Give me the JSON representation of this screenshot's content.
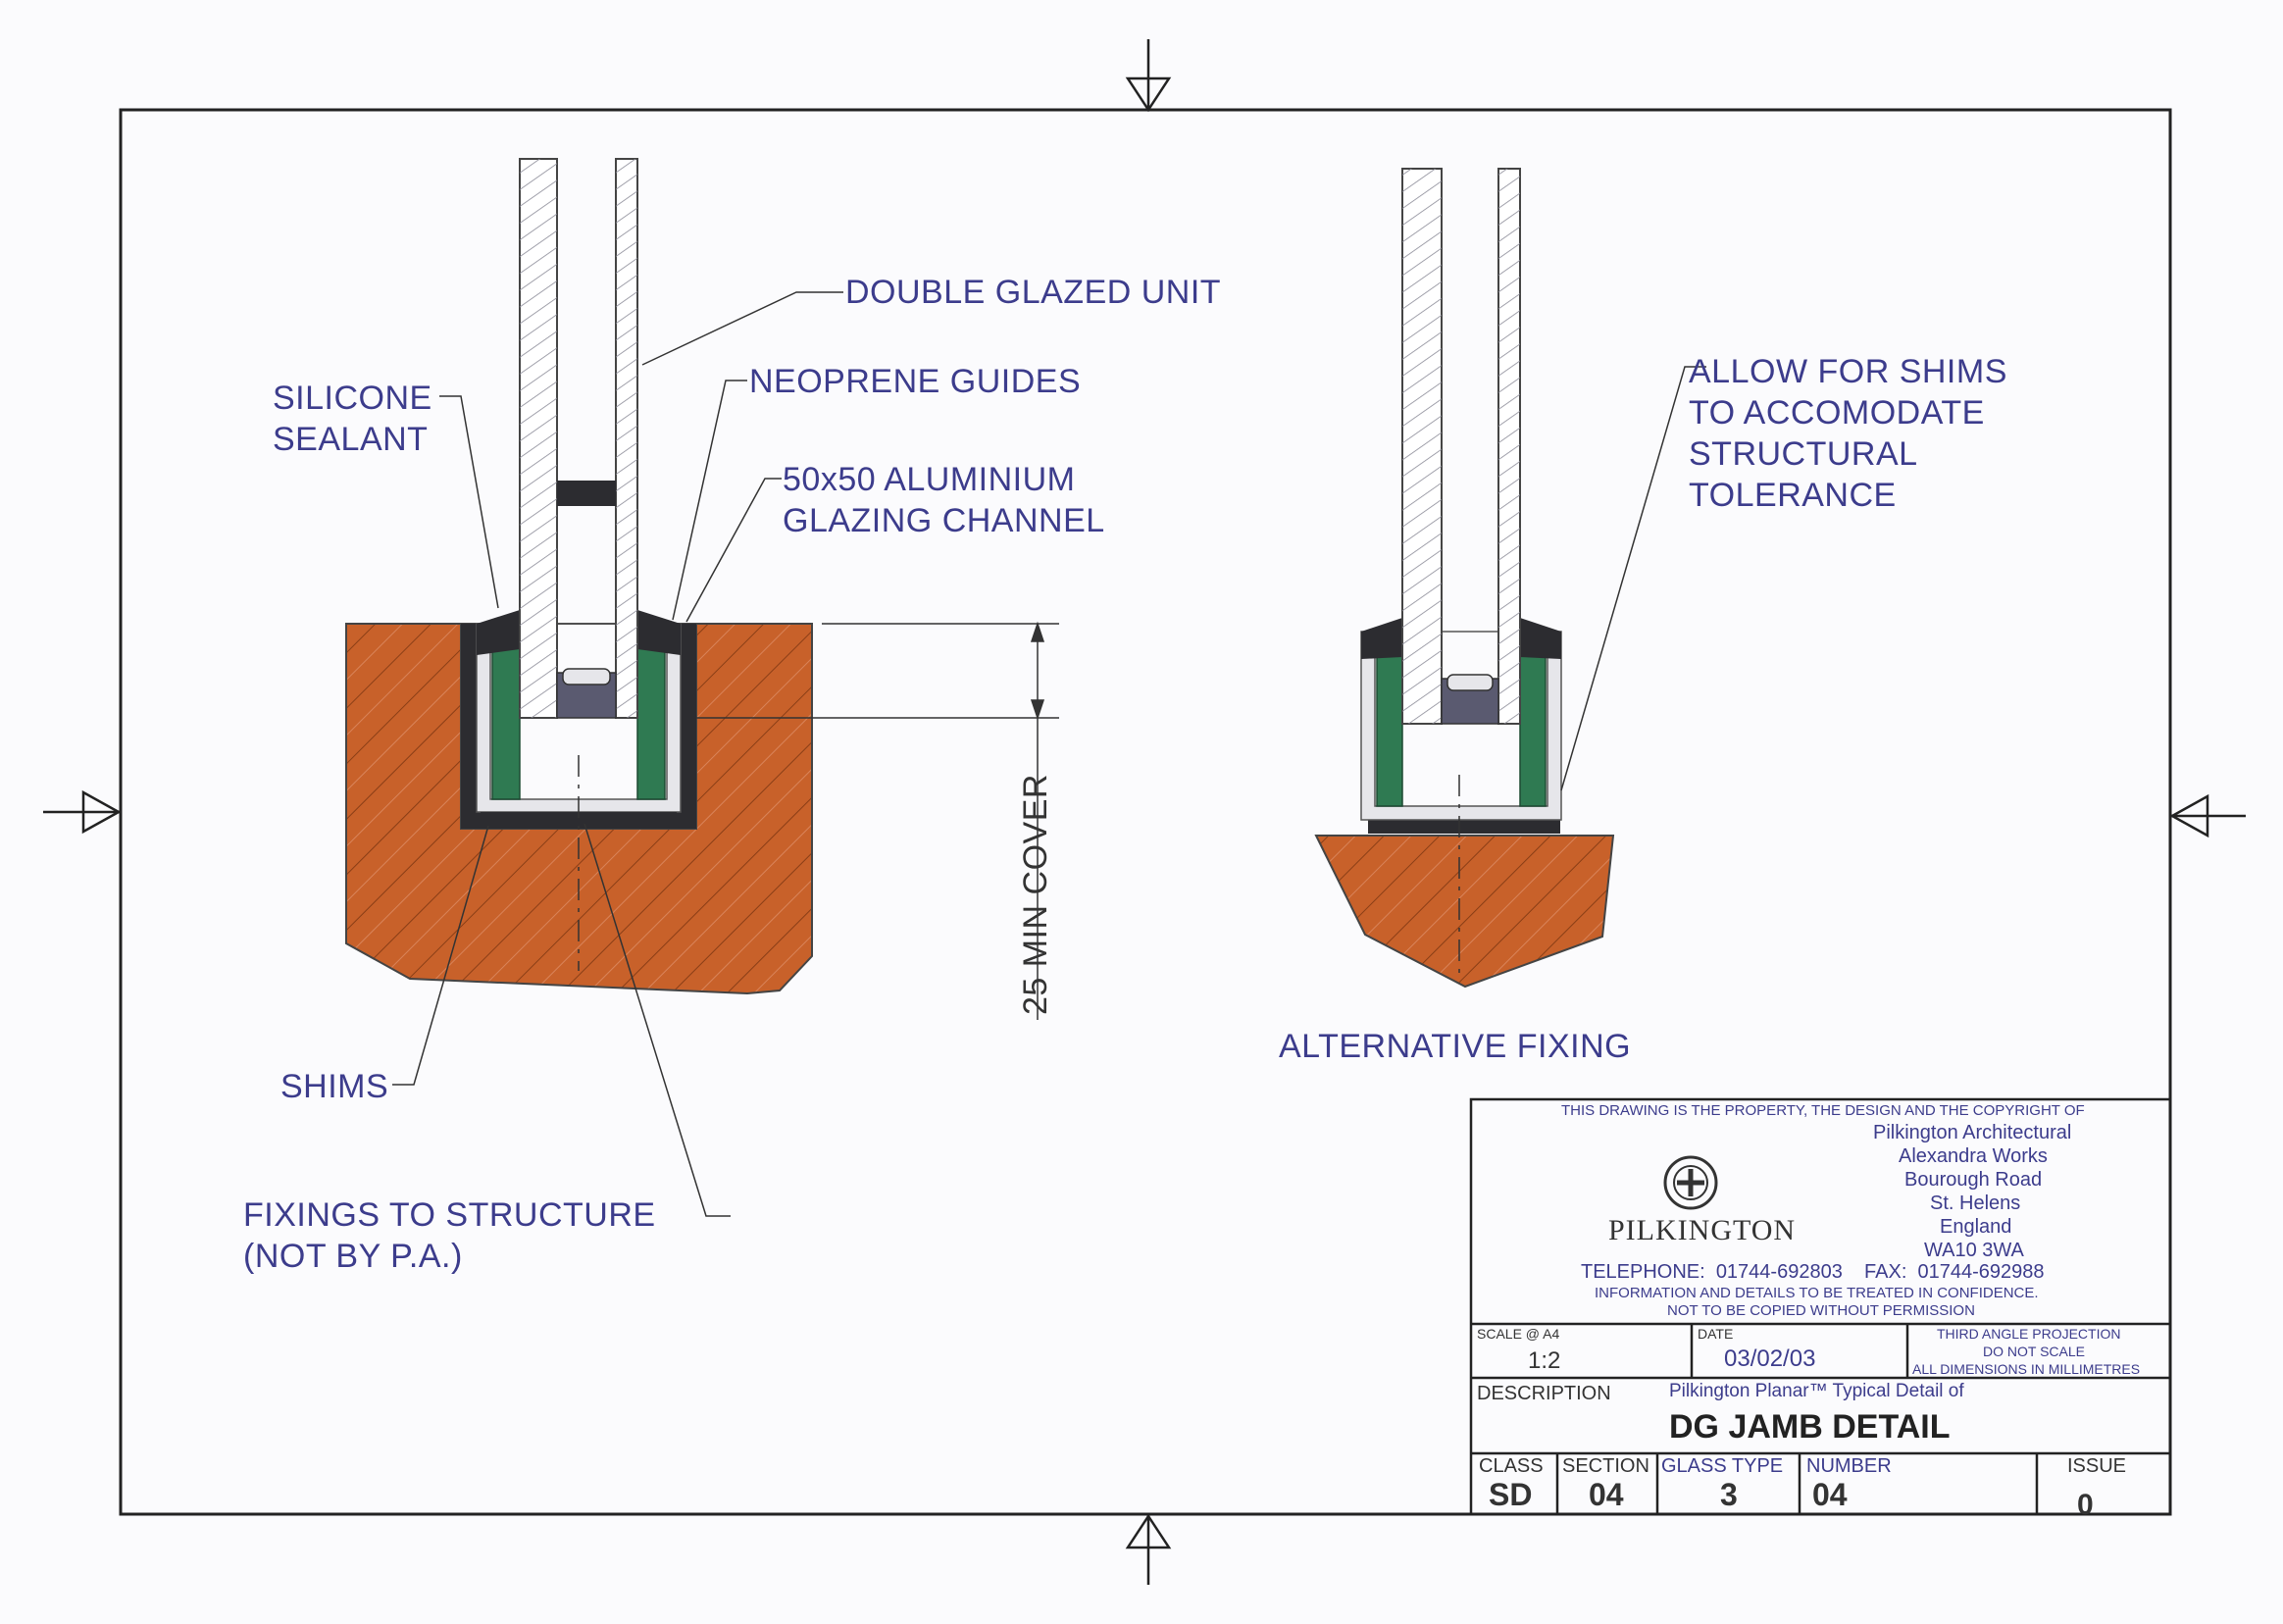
{
  "labels": {
    "double_glazed_unit": "DOUBLE GLAZED UNIT",
    "silicone_sealant": "SILICONE\nSEALANT",
    "neoprene_guides": "NEOPRENE GUIDES",
    "aluminium_channel": "50x50 ALUMINIUM\nGLAZING CHANNEL",
    "shims": "SHIMS",
    "fixings": "FIXINGS TO STRUCTURE\n(NOT BY P.A.)",
    "min_cover": "25 MIN COVER",
    "allow_shims": "ALLOW FOR SHIMS\nTO ACCOMODATE\nSTRUCTURAL\nTOLERANCE",
    "alternative_fixing": "ALTERNATIVE FIXING"
  },
  "title_block": {
    "copyright": "THIS DRAWING IS THE PROPERTY, THE DESIGN AND THE COPYRIGHT OF",
    "company": "Pilkington Architectural",
    "address": [
      "Alexandra Works",
      "Bourough Road",
      "St. Helens",
      "England",
      "WA10 3WA"
    ],
    "logo_text": "PILKINGTON",
    "telephone": "TELEPHONE:  01744-692803    FAX:  01744-692988",
    "confidential_1": "INFORMATION AND DETAILS TO BE TREATED IN CONFIDENCE.",
    "confidential_2": "NOT TO BE COPIED WITHOUT PERMISSION",
    "scale_label": "SCALE @ A4",
    "scale_value": "1:2",
    "date_label": "DATE",
    "date_value": "03/02/03",
    "projection": [
      "THIRD ANGLE PROJECTION",
      "DO NOT SCALE",
      "ALL DIMENSIONS IN MILLIMETRES"
    ],
    "description_label": "DESCRIPTION",
    "description_sub": "Pilkington Planar™ Typical Detail of",
    "description_title": "DG JAMB DETAIL",
    "class_label": "CLASS",
    "class_value": "SD",
    "section_label": "SECTION",
    "section_value": "04",
    "glass_type_label": "GLASS TYPE",
    "glass_type_value": "3",
    "number_label": "NUMBER",
    "number_value": "04",
    "issue_label": "ISSUE",
    "issue_value": "0"
  },
  "colors": {
    "ink": "#3c3c8c",
    "timber": "#c8612a",
    "neoprene": "#2f7a52",
    "aluminium": "#e6e6ea",
    "sealant": "#2c2c30"
  }
}
